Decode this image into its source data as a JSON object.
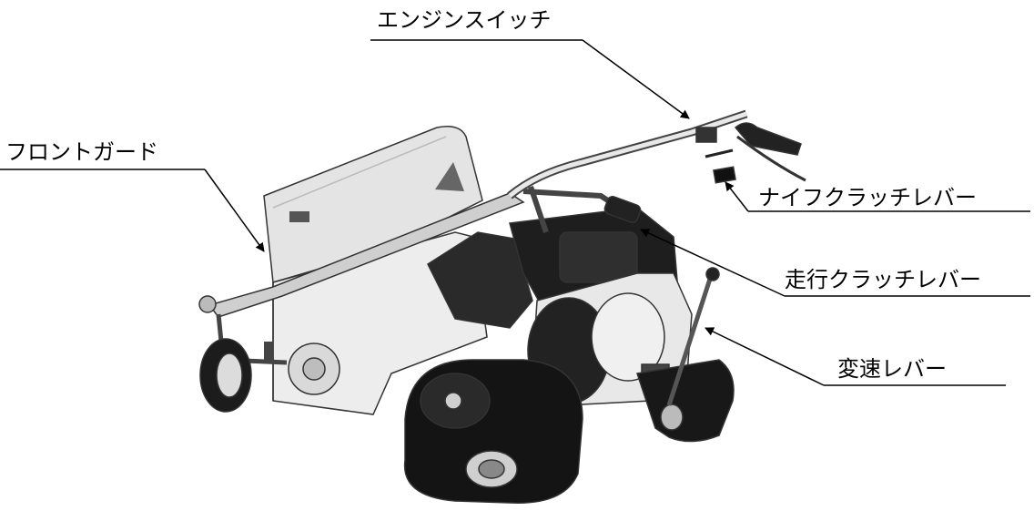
{
  "labels": {
    "engine_switch": "エンジンスイッチ",
    "front_guard": "フロントガード",
    "knife_clutch_lever": "ナイフクラッチレバー",
    "travel_clutch_lever": "走行クラッチレバー",
    "shift_lever": "変速レバー"
  },
  "colors": {
    "body_light": "#ececec",
    "body_dark": "#1e1e1e",
    "line": "#000000"
  }
}
